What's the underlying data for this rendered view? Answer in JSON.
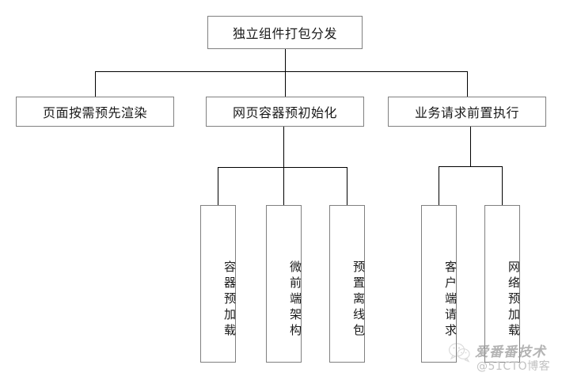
{
  "diagram": {
    "type": "tree",
    "orientation": "top-down",
    "background_color": "#ffffff",
    "box_border_color": "#808080",
    "connector_color": "#000000",
    "root": {
      "label": "独立组件打包分发"
    },
    "level2": [
      {
        "label": "页面按需预先渲染"
      },
      {
        "label": "网页容器预初始化"
      },
      {
        "label": "业务请求前置执行"
      }
    ],
    "level3_group_container": [
      {
        "label": "容器预加载"
      },
      {
        "label": "微前端架构"
      },
      {
        "label": "预置离线包"
      }
    ],
    "level3_group_request": [
      {
        "label": "客户端请求"
      },
      {
        "label": "网络预加载"
      }
    ]
  },
  "watermark": {
    "logo_icon": "wechat-logo-icon",
    "brand": "爱番番技术",
    "source": "@51CTO博客"
  }
}
